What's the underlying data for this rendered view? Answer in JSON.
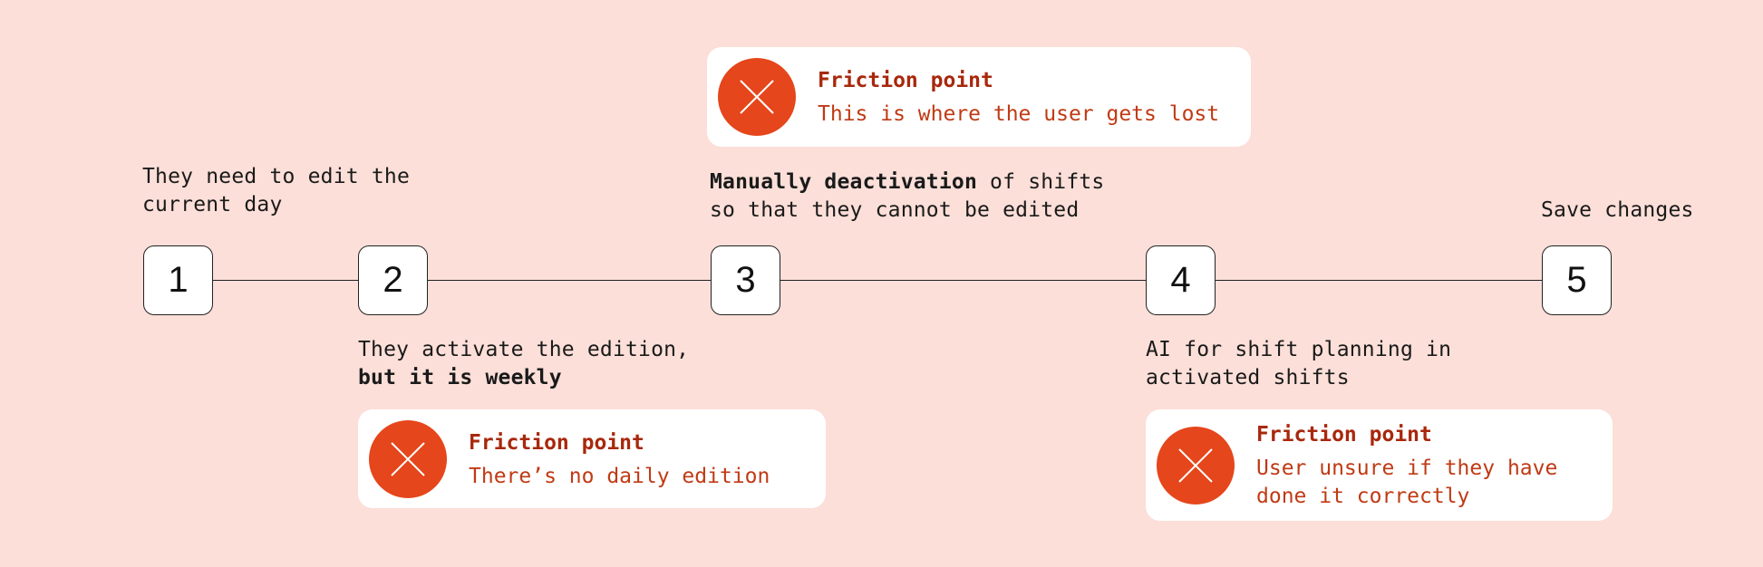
{
  "colors": {
    "background": "#fbdfd8",
    "friction_accent": "#e5461b",
    "friction_text": "#a8280c",
    "card": "#ffffff"
  },
  "steps": [
    {
      "number": "1",
      "label": "They need to edit the current day",
      "label_bold": ""
    },
    {
      "number": "2",
      "label": "They activate the edition,",
      "label_bold": "but it is weekly"
    },
    {
      "number": "3",
      "label_bold": "Manually deactivation",
      "label": " of shifts",
      "label_line2": "so that they cannot be edited"
    },
    {
      "number": "4",
      "label": "AI for shift planning in",
      "label_line2": "activated shifts"
    },
    {
      "number": "5",
      "label": "Save changes"
    }
  ],
  "friction_points": [
    {
      "title": "Friction point",
      "description": "This is where the user gets lost",
      "icon": "close-x-icon"
    },
    {
      "title": "Friction point",
      "description": "There’s no daily edition",
      "icon": "close-x-icon"
    },
    {
      "title": "Friction point",
      "description_line1": "User unsure if they have",
      "description_line2": "done it correctly",
      "icon": "close-x-icon"
    }
  ]
}
